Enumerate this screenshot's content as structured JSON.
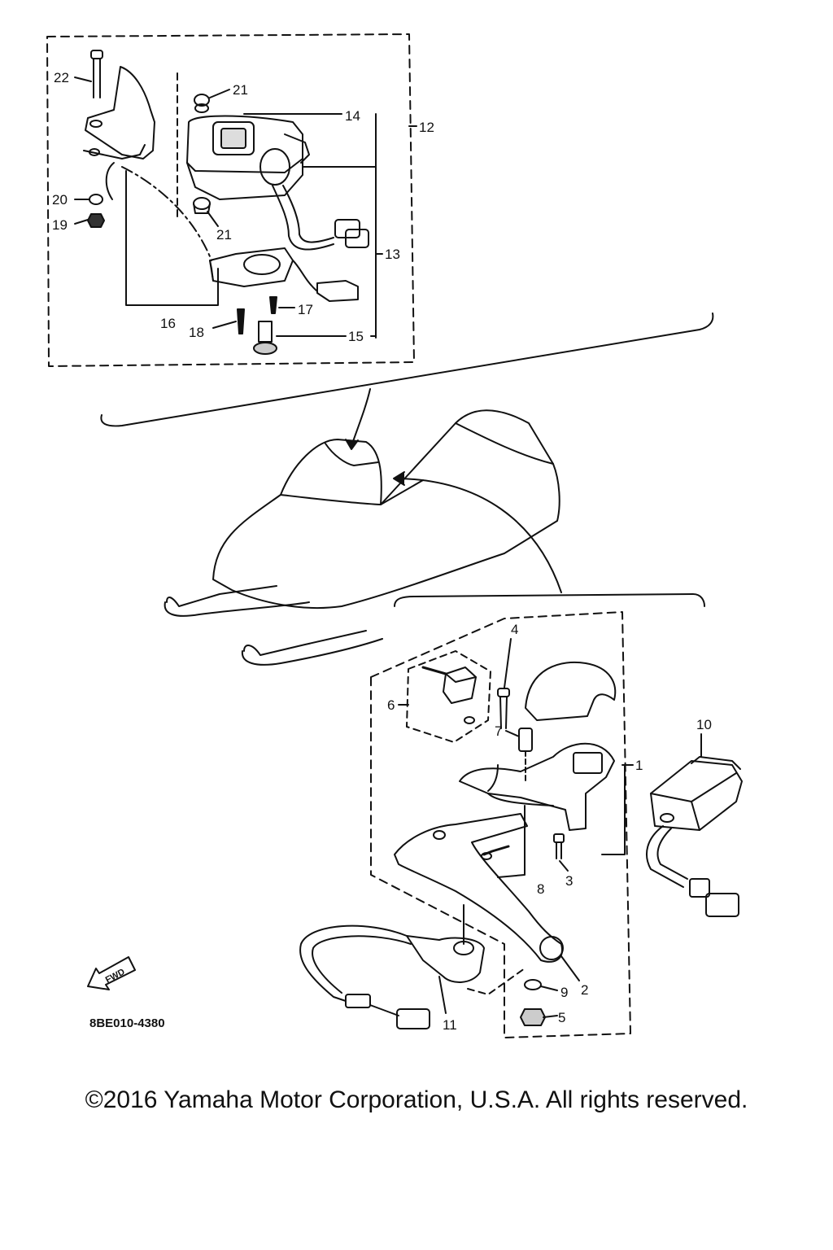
{
  "diagram": {
    "callouts": {
      "n1": "1",
      "n2": "2",
      "n3": "3",
      "n4": "4",
      "n5": "5",
      "n6": "6",
      "n7": "7",
      "n8": "8",
      "n9": "9",
      "n10": "10",
      "n11": "11",
      "n12": "12",
      "n13": "13",
      "n14": "14",
      "n15": "15",
      "n16": "16",
      "n17": "17",
      "n18": "18",
      "n19": "19",
      "n20": "20",
      "n21a": "21",
      "n21b": "21",
      "n22": "22"
    },
    "drawing_code": "8BE010-4380",
    "fwd_label": "FWD"
  },
  "footer": {
    "copyright": "©2016 Yamaha Motor Corporation, U.S.A. All rights reserved."
  }
}
